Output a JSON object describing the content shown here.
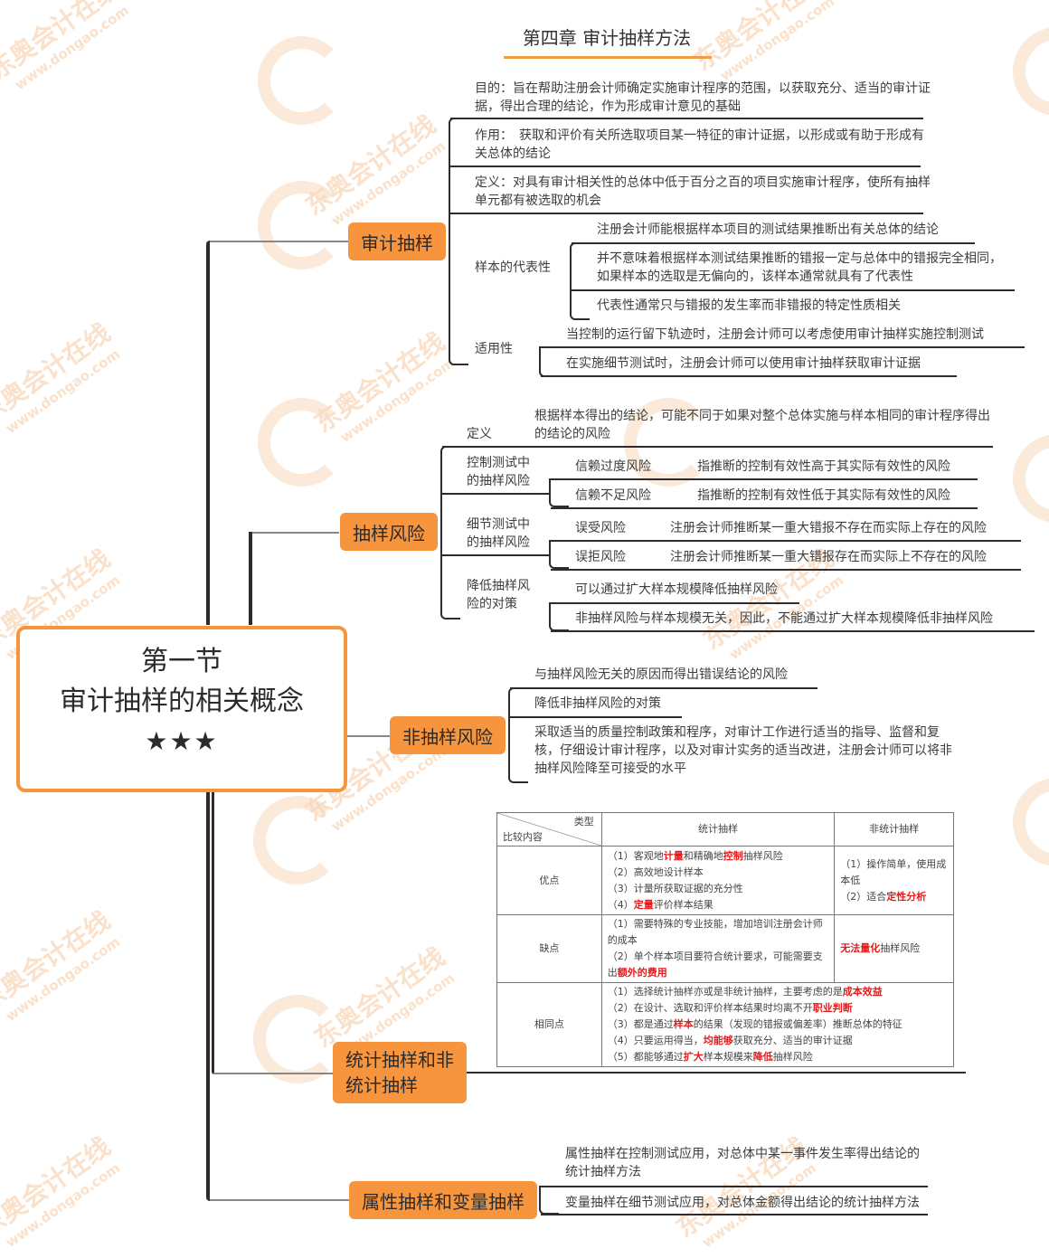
{
  "header": {
    "title": "第四章 审计抽样方法"
  },
  "root": {
    "line1": "第一节",
    "line2": "审计抽样的相关概念",
    "stars": "★★★"
  },
  "colors": {
    "accent": "#f7953f",
    "line": "#2f2b2d",
    "highlight": "#e21d1d",
    "watermark": "#f6c9a2"
  },
  "watermark": {
    "brand": "东奥会计在线",
    "url": "www.dongao.com"
  },
  "branches": {
    "audit_sampling": {
      "label": "审计抽样",
      "purpose": "目的：旨在帮助注册会计师确定实施审计程序的范围，以获取充分、适当的审计证据，得出合理的结论，作为形成审计意见的基础",
      "function": "作用：　获取和评价有关所选取项目某一特征的审计证据，以形成或有助于形成有关总体的结论",
      "definition": "定义：对具有审计相关性的总体中低于百分之百的项目实施审计程序，使所有抽样单元都有被选取的机会",
      "representativeness": {
        "label": "样本的代表性",
        "items": [
          "注册会计师能根据样本项目的测试结果推断出有关总体的结论",
          "并不意味着根据样本测试结果推断的错报一定与总体中的错报完全相同，如果样本的选取是无偏向的，该样本通常就具有了代表性",
          "代表性通常只与错报的发生率而非错报的特定性质相关"
        ]
      },
      "applicability": {
        "label": "适用性",
        "items": [
          "当控制的运行留下轨迹时，注册会计师可以考虑使用审计抽样实施控制测试",
          "在实施细节测试时，注册会计师可以使用审计抽样获取审计证据"
        ]
      }
    },
    "sampling_risk": {
      "label": "抽样风险",
      "definition": {
        "label": "定义",
        "text": "根据样本得出的结论，可能不同于如果对整个总体实施与样本相同的审计程序得出的结论的风险"
      },
      "control_tests": {
        "label": "控制测试中的抽样风险",
        "items": [
          {
            "name": "信赖过度风险",
            "desc": "指推断的控制有效性高于其实际有效性的风险"
          },
          {
            "name": "信赖不足风险",
            "desc": "指推断的控制有效性低于其实际有效性的风险"
          }
        ]
      },
      "detail_tests": {
        "label": "细节测试中的抽样风险",
        "items": [
          {
            "name": "误受风险",
            "desc": "注册会计师推断某一重大错报不存在而实际上存在的风险"
          },
          {
            "name": "误拒风险",
            "desc": "注册会计师推断某一重大错报存在而实际上不存在的风险"
          }
        ]
      },
      "countermeasures": {
        "label": "降低抽样风险的对策",
        "items": [
          "可以通过扩大样本规模降低抽样风险",
          "非抽样风险与样本规模无关，因此，不能通过扩大样本规模降低非抽样风险"
        ]
      }
    },
    "nonsampling_risk": {
      "label": "非抽样风险",
      "definition": "与抽样风险无关的原因而得出错误结论的风险",
      "countermeasure_label": "降低非抽样风险的对策",
      "countermeasure_text": "采取适当的质量控制政策和程序，对审计工作进行适当的指导、监督和复核，仔细设计审计程序，以及对审计实务的适当改进，注册会计师可以将非抽样风险降至可接受的水平"
    },
    "statistical": {
      "label_line1": "统计抽样和非",
      "label_line2": "统计抽样",
      "table": {
        "corner_top": "类型",
        "corner_bottom": "比较内容",
        "col1": "统计抽样",
        "col2": "非统计抽样",
        "rows": {
          "advantages": {
            "label": "优点",
            "stat": [
              "（1）客观地",
              "计量",
              "和精确地",
              "控制",
              "抽样风险",
              "（2）高效地设计样本",
              "（3）计量所获取证据的充分性",
              "（4）",
              "定量",
              "评价样本结果"
            ],
            "nonstat": [
              "（1）操作简单，使用成本低",
              "（2）适合",
              "定性分析"
            ]
          },
          "disadvantages": {
            "label": "缺点",
            "stat": [
              "（1）需要特殊的专业技能，增加培训注册会计师的成本",
              "（2）单个样本项目要符合统计要求，可能需要支出",
              "额外的费用"
            ],
            "nonstat": [
              "无法量化",
              "抽样风险"
            ]
          },
          "similarities": {
            "label": "相同点",
            "items": [
              [
                "（1）选择统计抽样亦或是非统计抽样，主要考虑的是",
                "成本效益",
                ""
              ],
              [
                "（2）在设计、选取和评价样本结果时均离不开",
                "职业判断",
                ""
              ],
              [
                "（3）都是通过",
                "样本",
                "的结果（发现的错报或偏差率）推断总体的特征"
              ],
              [
                "（4）只要运用得当，",
                "均能够",
                "获取充分、适当的审计证据"
              ],
              [
                "（5）都能够通过",
                "扩大",
                "样本规模来",
                "降低",
                "抽样风险"
              ]
            ]
          }
        }
      }
    },
    "attribute_variable": {
      "label": "属性抽样和变量抽样",
      "items": [
        "属性抽样在控制测试应用，对总体中某一事件发生率得出结论的统计抽样方法",
        "变量抽样在细节测试应用，对总体金额得出结论的统计抽样方法"
      ]
    }
  }
}
